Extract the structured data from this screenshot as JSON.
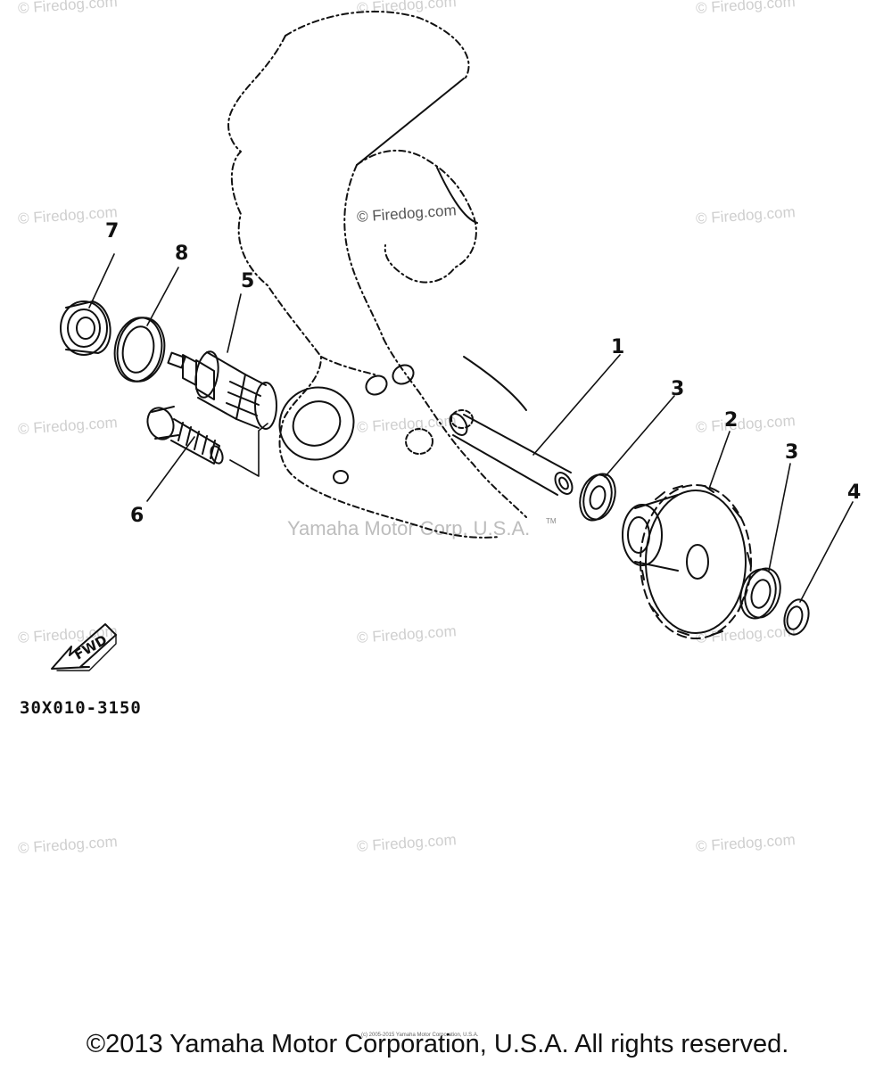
{
  "watermarks": {
    "firedog": "© Firedog.com",
    "yamaha": "Yamaha Motor Corp, U.S.A.",
    "tm": "TM"
  },
  "callouts": {
    "c1": "1",
    "c2": "2",
    "c3a": "3",
    "c3b": "3",
    "c4": "4",
    "c5": "5",
    "c6": "6",
    "c7": "7",
    "c8": "8"
  },
  "direction_label": "FWD",
  "diagram_code": "30X010-3150",
  "copyright": "©2013 Yamaha Motor Corporation, U.S.A. All rights reserved.",
  "small_copyright": "(c) 2005-2015 Yamaha Motor Corporation, U.S.A."
}
